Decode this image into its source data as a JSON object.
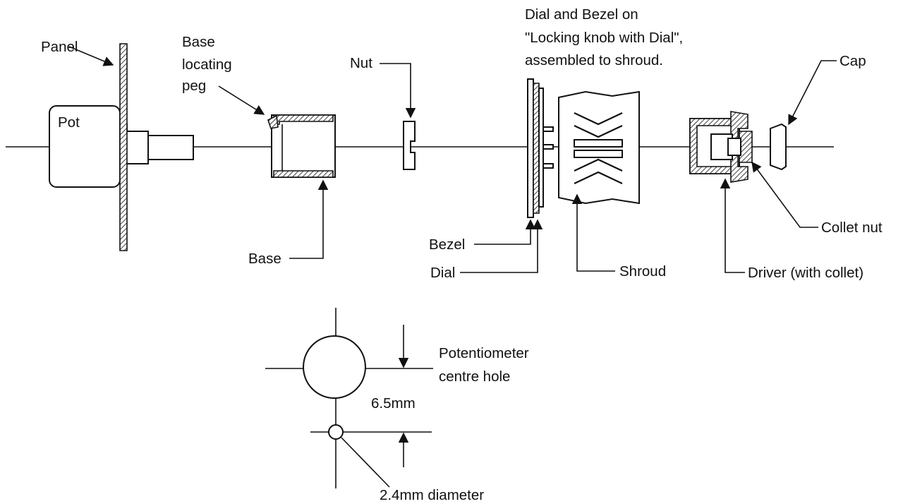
{
  "labels": {
    "panel": "Panel",
    "pot": "Pot",
    "base_locating_peg": [
      "Base",
      "locating",
      "peg"
    ],
    "nut": "Nut",
    "dial_bezel_note": [
      "Dial and Bezel on",
      "\"Locking knob with Dial\",",
      "assembled to shroud."
    ],
    "cap": "Cap",
    "base": "Base",
    "bezel": "Bezel",
    "dial": "Dial",
    "shroud": "Shroud",
    "driver": "Driver (with collet)",
    "collet_nut": "Collet nut",
    "pot_centre_hole": [
      "Potentiometer",
      "centre hole"
    ],
    "dimension_offset": "6.5mm",
    "hole_diameter": "2.4mm diameter"
  },
  "colors": {
    "ink": "#111111",
    "paper": "#ffffff"
  }
}
